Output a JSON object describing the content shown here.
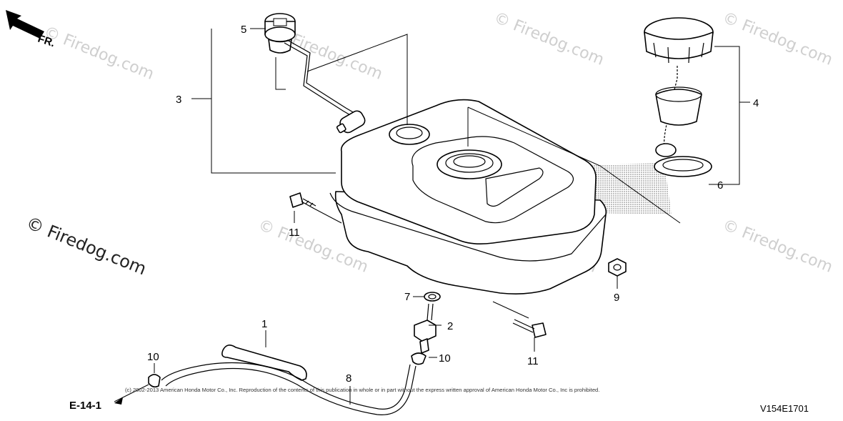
{
  "orientation": {
    "label": "FR."
  },
  "watermark": {
    "text": "© Firedog.com"
  },
  "callouts": {
    "c1": "1",
    "c2": "2",
    "c3": "3",
    "c4": "4",
    "c5": "5",
    "c6": "6",
    "c7": "7",
    "c8": "8",
    "c9": "9",
    "c10a": "10",
    "c10b": "10",
    "c11a": "11",
    "c11b": "11"
  },
  "reference": {
    "label": "E-14-1"
  },
  "copyright": "(c) 2002-2013 American Honda Motor Co., Inc. Reproduction of the contents of this publication in whole or in part without the express written approval of American Honda Motor Co., Inc is prohibited.",
  "diagram_code": "V154E1701",
  "colors": {
    "line": "#000000",
    "watermark": "#cfcfcf",
    "background": "#ffffff"
  }
}
